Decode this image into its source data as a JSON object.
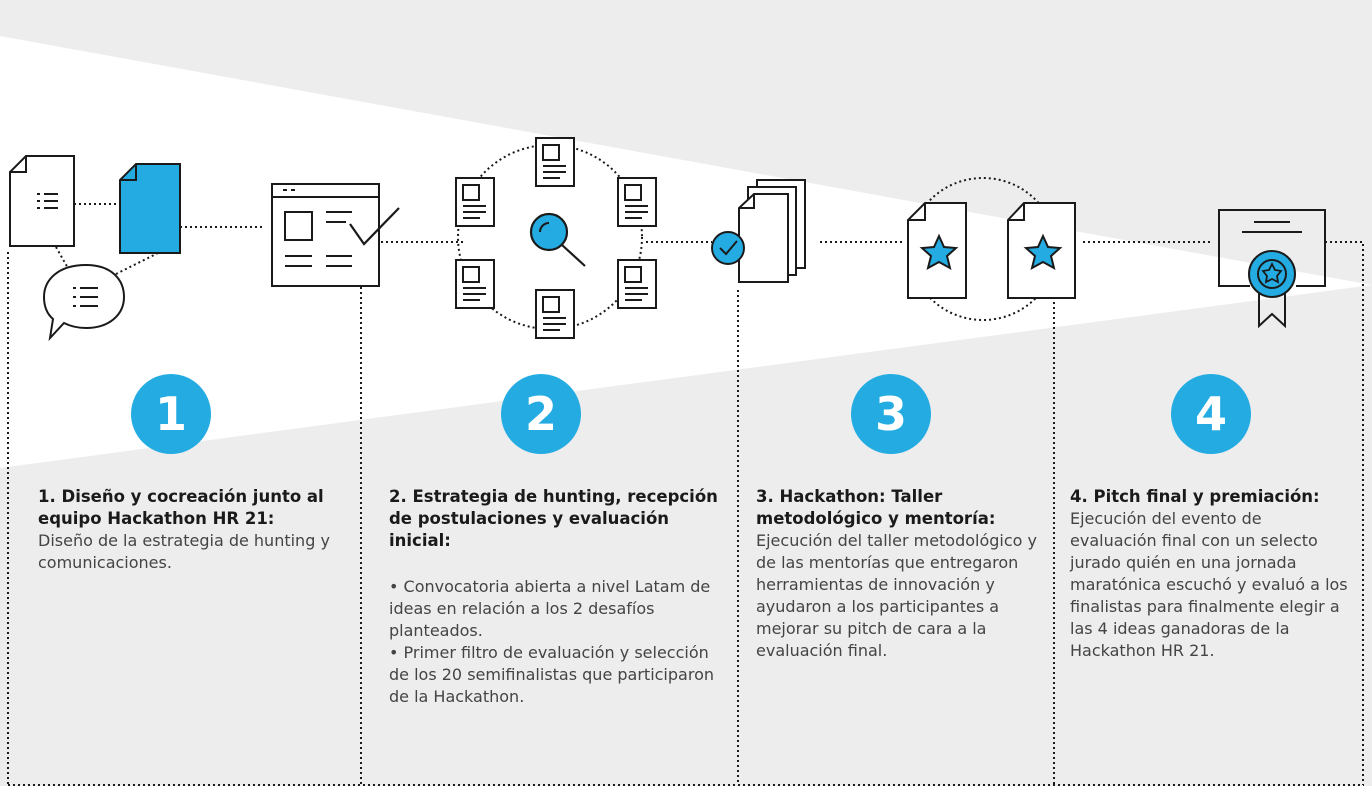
{
  "colors": {
    "accent": "#24ace2",
    "background": "#ededed",
    "light_area": "#ffffff",
    "stroke": "#1a1a1a"
  },
  "icons": [
    "document-list-icon",
    "document-filled-icon",
    "chat-bubble-list-icon",
    "browser-window-check-icon",
    "search-magnifier-icon",
    "applications-cycle-icon",
    "document-stack-check-icon",
    "document-star-icon",
    "certificate-medal-icon"
  ],
  "steps": [
    {
      "number": "1",
      "title": "1. Diseño y cocreación junto al equipo Hackathon HR 21:",
      "text": "Diseño de la estrategia de hunting y comunicaciones."
    },
    {
      "number": "2",
      "title": "2. Estrategia de hunting, recepción de postulaciones y evaluación inicial:",
      "bullets": [
        "• Convocatoria abierta a nivel Latam de ideas en relación a los 2 desafíos planteados.",
        "• Primer filtro de evaluación y selección de los 20 semifinalistas que participaron de la Hackathon."
      ]
    },
    {
      "number": "3",
      "title": "3. Hackathon: Taller metodológico y mentoría:",
      "text": "Ejecución del taller metodológico y de las mentorías que entregaron herramientas de innovación y ayudaron a los participantes a mejorar su pitch de cara a la evaluación final."
    },
    {
      "number": "4",
      "title": "4. Pitch final y premiación:",
      "text": "Ejecución del evento de evaluación final con un selecto jurado quién en una jornada maratónica escuchó y evaluó a los finalistas para finalmente elegir a las 4 ideas ganadoras de la Hackathon HR 21."
    }
  ]
}
